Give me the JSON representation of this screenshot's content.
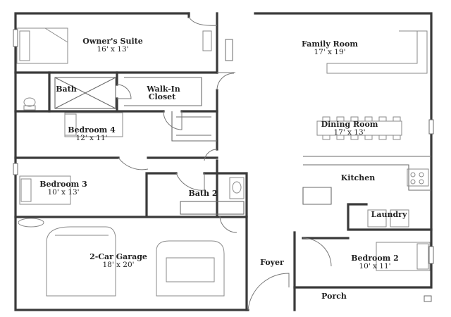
{
  "rooms": {
    "owners_suite": {
      "name": "Owner's Suite",
      "dims": "16' x 13'"
    },
    "family_room": {
      "name": "Family Room",
      "dims": "17' x 19'"
    },
    "bath": {
      "name": "Bath"
    },
    "walk_in_closet": {
      "name_line1": "Walk-In",
      "name_line2": "Closet"
    },
    "bedroom_4": {
      "name": "Bedroom 4",
      "dims": "12' x 11'"
    },
    "dining_room": {
      "name": "Dining Room",
      "dims": "17' x 13'"
    },
    "bedroom_3": {
      "name": "Bedroom 3",
      "dims": "10' x 13'"
    },
    "kitchen": {
      "name": "Kitchen"
    },
    "bath_2": {
      "name": "Bath 2"
    },
    "laundry": {
      "name": "Laundry"
    },
    "garage": {
      "name": "2-Car Garage",
      "dims": "18' x 20'"
    },
    "foyer": {
      "name": "Foyer"
    },
    "bedroom_2": {
      "name": "Bedroom 2",
      "dims": "10' x 11'"
    },
    "porch": {
      "name": "Porch"
    }
  }
}
